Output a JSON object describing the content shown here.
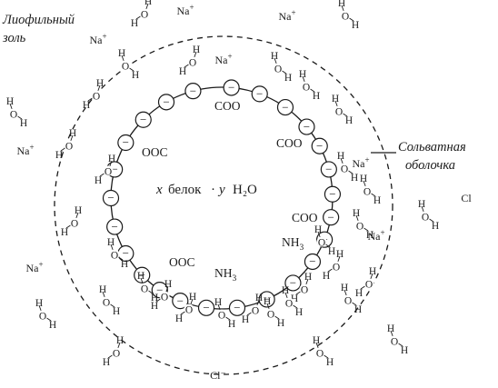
{
  "labels": {
    "sol_line1": "Лиофильный",
    "sol_line2": "золь",
    "shell_line1": "Сольватная",
    "shell_line2": "оболочка",
    "core_x": "x",
    "core_word": "белок",
    "core_dot": "·",
    "core_y": "y",
    "core_water": "H₂O"
  },
  "groups": {
    "coo": "COO",
    "ooc": "OOC",
    "nh3": "NH",
    "nh3_sub": "3"
  },
  "symbols": {
    "minus": "−",
    "plus": "+",
    "h": "H",
    "o": "O",
    "na": "Na",
    "cl": "Cl",
    "cl_minus": "Cl⁻"
  }
}
